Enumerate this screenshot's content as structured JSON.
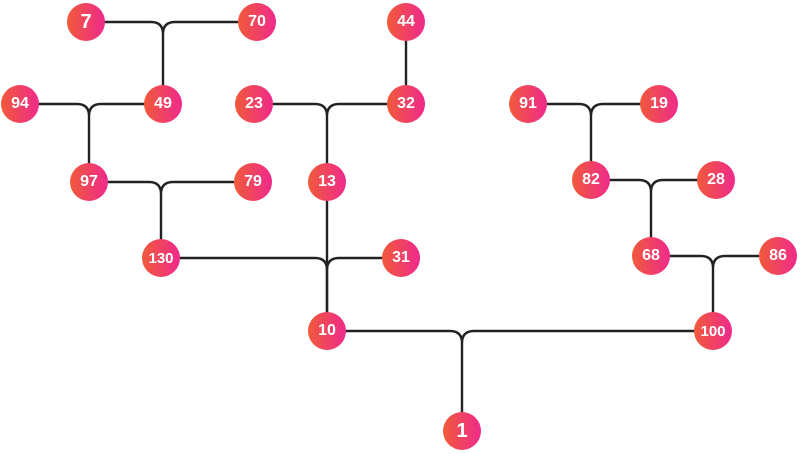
{
  "theme": {
    "node_from": "#f15a3a",
    "node_to": "#ef2a8c",
    "edge_color": "#222222",
    "text_color": "#ffffff"
  },
  "nodes": [
    {
      "id": "n1",
      "label": "1"
    },
    {
      "id": "n10",
      "label": "10"
    },
    {
      "id": "n100",
      "label": "100"
    },
    {
      "id": "n130",
      "label": "130"
    },
    {
      "id": "n31",
      "label": "31"
    },
    {
      "id": "n13",
      "label": "13"
    },
    {
      "id": "n97",
      "label": "97"
    },
    {
      "id": "n79",
      "label": "79"
    },
    {
      "id": "n94",
      "label": "94"
    },
    {
      "id": "n49",
      "label": "49"
    },
    {
      "id": "n7",
      "label": "7"
    },
    {
      "id": "n70",
      "label": "70"
    },
    {
      "id": "n23",
      "label": "23"
    },
    {
      "id": "n32",
      "label": "32"
    },
    {
      "id": "n44",
      "label": "44"
    },
    {
      "id": "n68",
      "label": "68"
    },
    {
      "id": "n86",
      "label": "86"
    },
    {
      "id": "n82",
      "label": "82"
    },
    {
      "id": "n28",
      "label": "28"
    },
    {
      "id": "n91",
      "label": "91"
    },
    {
      "id": "n19",
      "label": "19"
    }
  ],
  "edges": [
    {
      "parent": "n1",
      "children": [
        "n10",
        "n100"
      ]
    },
    {
      "parent": "n10",
      "children": [
        "n130",
        "n31"
      ]
    },
    {
      "parent": "n10",
      "children": [
        "n13"
      ]
    },
    {
      "parent": "n130",
      "children": [
        "n97",
        "n79"
      ]
    },
    {
      "parent": "n97",
      "children": [
        "n94",
        "n49"
      ]
    },
    {
      "parent": "n49",
      "children": [
        "n7",
        "n70"
      ]
    },
    {
      "parent": "n13",
      "children": [
        "n23",
        "n32"
      ]
    },
    {
      "parent": "n32",
      "children": [
        "n44"
      ]
    },
    {
      "parent": "n100",
      "children": [
        "n68",
        "n86"
      ]
    },
    {
      "parent": "n68",
      "children": [
        "n82",
        "n28"
      ]
    },
    {
      "parent": "n82",
      "children": [
        "n91",
        "n19"
      ]
    }
  ]
}
